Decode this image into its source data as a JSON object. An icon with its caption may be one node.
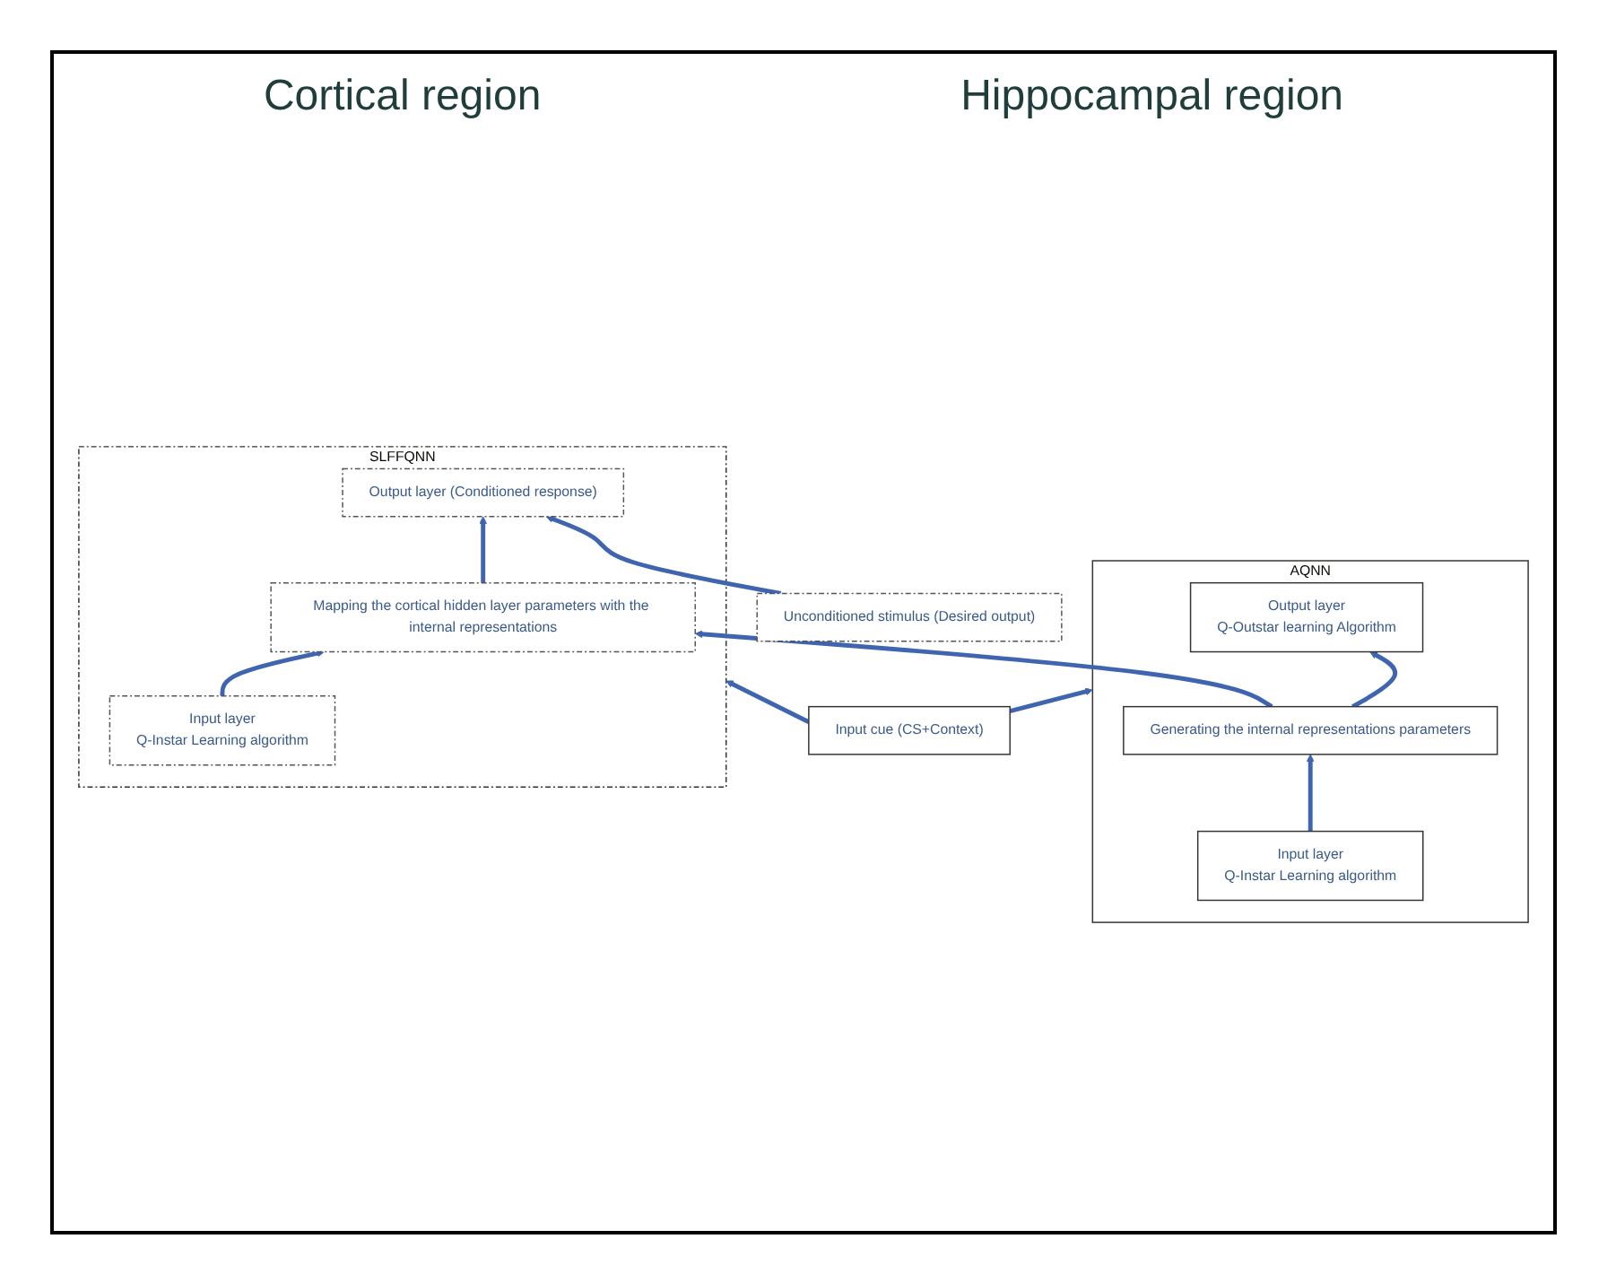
{
  "diagram": {
    "nodes": [
      {
        "text": [
          "Unconditioned stimulus (Desired output)"
        ]
      },
      {
        "text": [
          "SLFFQNN"
        ]
      },
      {
        "text": [
          "Output layer (Conditioned response)"
        ],
        "in": 1
      },
      {
        "text": [
          "Mapping the cortical hidden layer parameters with the internal representations"
        ],
        "in": 1
      },
      {
        "text": [
          "Input layer",
          "Q-Instar Learning algorithm"
        ],
        "in": 1
      },
      {
        "text": [
          "AQNN"
        ]
      },
      {
        "text": [
          "Output layer",
          "Q-Outstar learning Algorithm"
        ],
        "in": 5
      },
      {
        "text": [
          "Generating the internal representations parameters"
        ],
        "in": 5
      },
      {
        "text": [
          "Input layer",
          "Q-Instar Learning algorithm"
        ],
        "in": 5
      },
      {
        "text": [
          "Input cue (CS+Context)"
        ]
      }
    ],
    "edges": [
      {
        "from": 0,
        "to": 2,
        "arrow": "to"
      },
      {
        "from": 4,
        "to": 3,
        "arrow": "to"
      },
      {
        "from": 3,
        "to": 2,
        "arrow": "to"
      },
      {
        "from": 7,
        "to": 3,
        "arrow": "to"
      },
      {
        "from": 8,
        "to": 7,
        "arrow": "to"
      },
      {
        "from": 7,
        "to": 6,
        "arrow": "to"
      },
      {
        "from": 9,
        "to": 1,
        "arrow": "to"
      },
      {
        "from": 9,
        "to": 5,
        "arrow": "to"
      }
    ],
    "labels": [
      "Cortical region",
      "Hippocampal region"
    ]
  }
}
